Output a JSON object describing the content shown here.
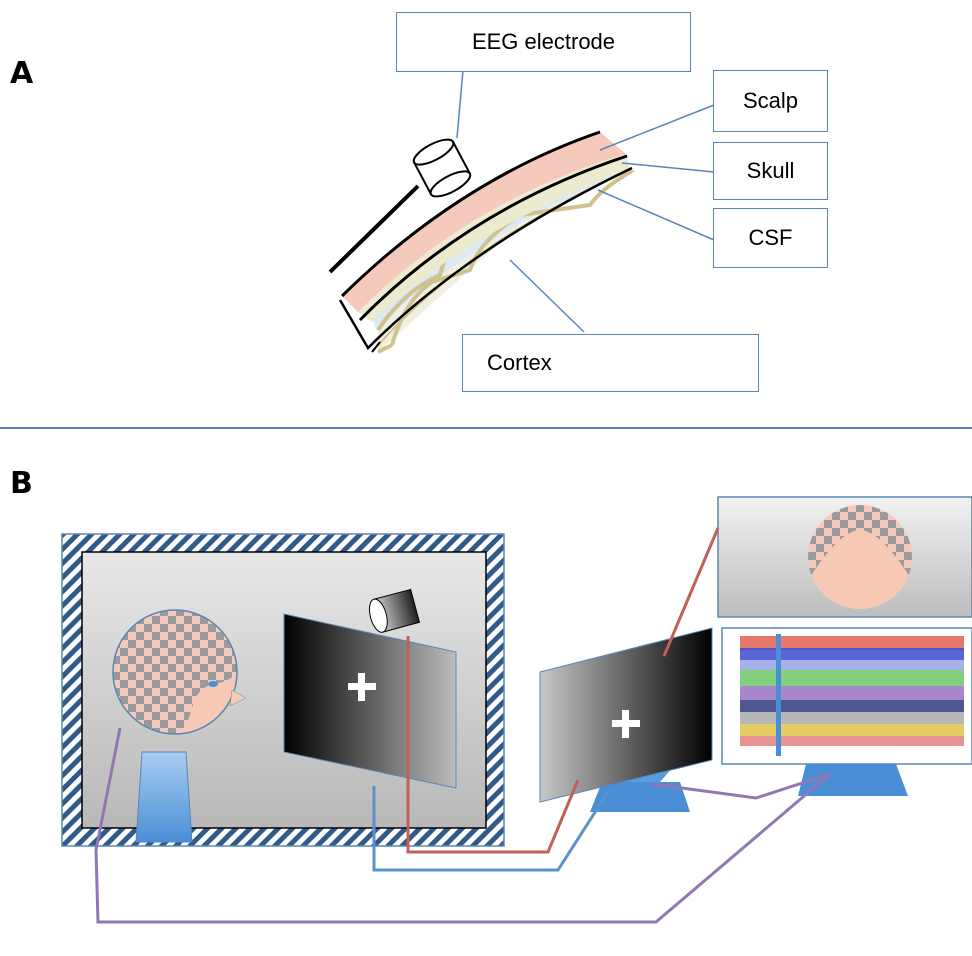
{
  "panel_a": {
    "letter": "A",
    "labels": {
      "electrode": "EEG electrode",
      "scalp": "Scalp",
      "skull": "Skull",
      "csf": "CSF",
      "cortex": "Cortex"
    }
  },
  "panel_b": {
    "letter": "B",
    "stimulus_symbol": "+",
    "monitor_symbol": "+"
  },
  "colors": {
    "outline": "#5b86b8",
    "scalp": "#f5c9bc",
    "skull": "#eceacf",
    "csf": "#dde9f3",
    "cortex": "#f1efe0",
    "cable_red": "#c0605a",
    "cable_blue": "#5a92cc",
    "cable_purple": "#8f78b4",
    "base_blue": "#4a8ed6",
    "skin": "#f8c9b5"
  },
  "eeg_trace_colors": [
    "#e06050",
    "#3a4ad0",
    "#6ac86a",
    "#9a70c0",
    "#303a80",
    "#a0a0a0",
    "#e0c040",
    "#e07070"
  ]
}
